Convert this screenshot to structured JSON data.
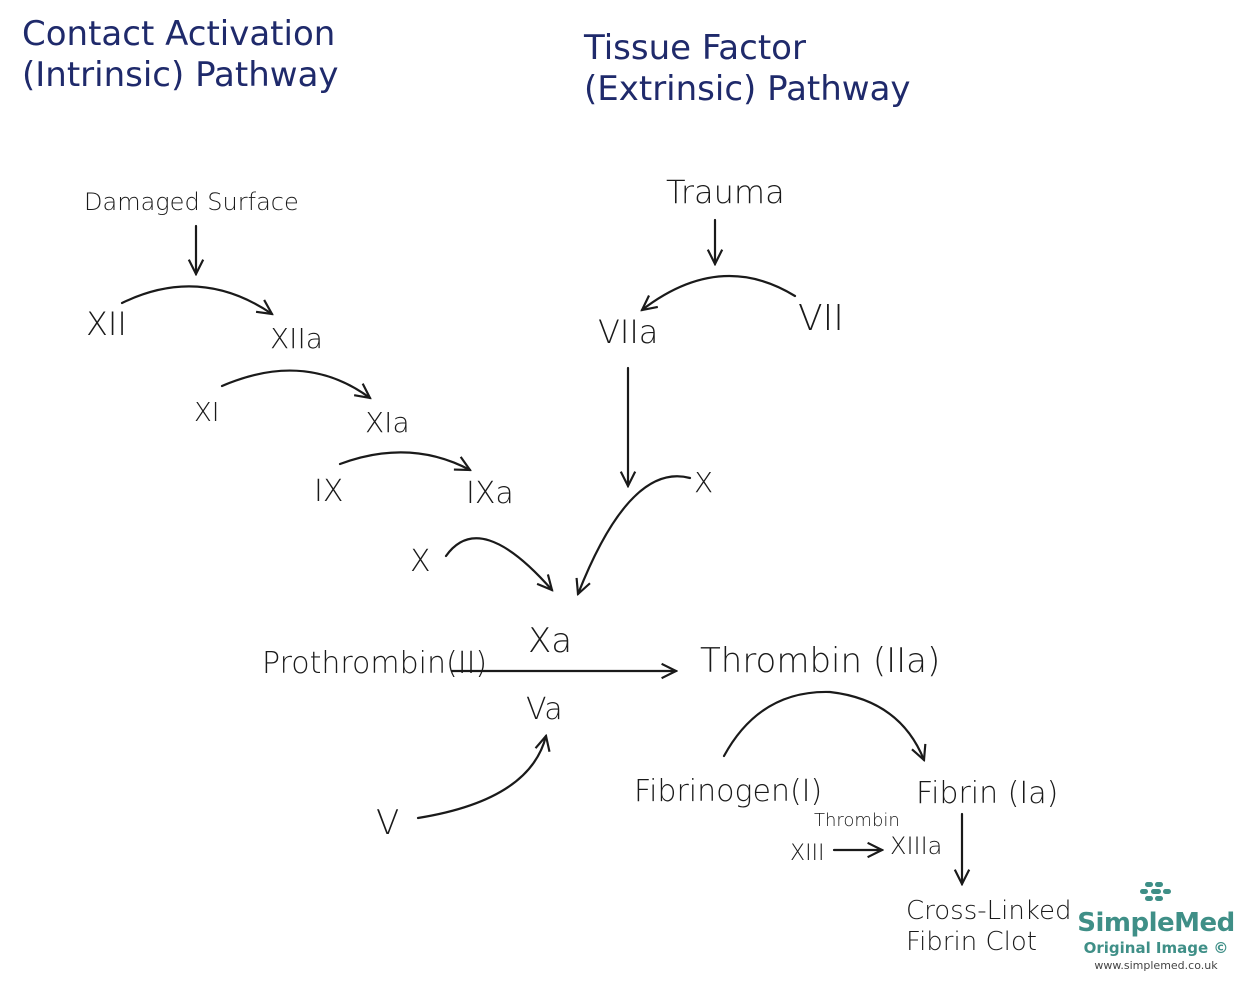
{
  "titles": {
    "intrinsic": [
      "Contact Activation",
      "(Intrinsic) Pathway"
    ],
    "extrinsic": [
      "Tissue Factor",
      "(Extrinsic) Pathway"
    ]
  },
  "nodes": {
    "damaged_surface": "Damaged Surface",
    "xii": "XII",
    "xiia": "XIIa",
    "xi": "XI",
    "xia": "XIa",
    "ix": "IX",
    "ixa": "IXa",
    "x_intrinsic": "X",
    "trauma": "Trauma",
    "vii": "VII",
    "viia": "VIIa",
    "x_extrinsic": "X",
    "xa": "Xa",
    "prothrombin": "Prothrombin(II)",
    "thrombin": "Thrombin (IIa)",
    "va": "Va",
    "v": "V",
    "fibrinogen": "Fibrinogen(I)",
    "fibrin": "Fibrin (Ia)",
    "xiii": "XIII",
    "thrombin_small": "Thrombin",
    "xiiia": "XIIIa",
    "cross_linked": [
      "Cross-Linked",
      "Fibrin Clot"
    ]
  },
  "brand": {
    "name": "SimpleMed",
    "subtitle": "Original Image ©",
    "url": "www.simplemed.co.uk",
    "color": "#3f8f87"
  },
  "colors": {
    "title_ink": "#1f2a6b",
    "ink": "#1a1a1a"
  }
}
